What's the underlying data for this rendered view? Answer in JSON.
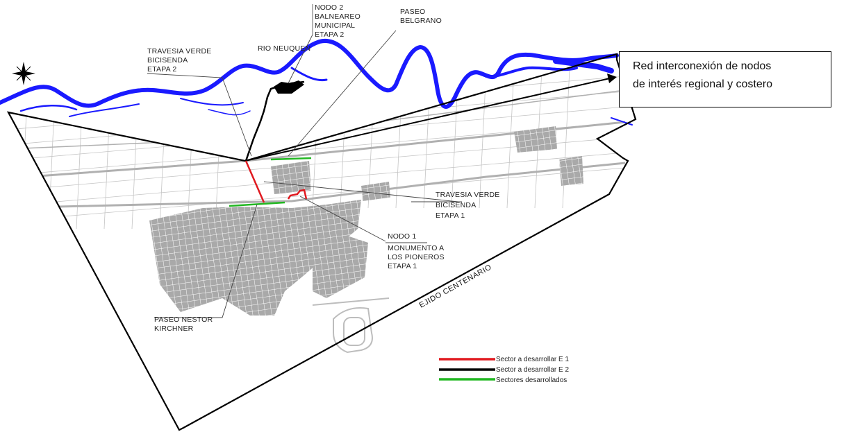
{
  "labels": {
    "nodo2": [
      "NODO 2",
      "BALNEAREO",
      "MUNICIPAL",
      "ETAPA 2"
    ],
    "paseo_belgrano": [
      "PASEO",
      "BELGRANO"
    ],
    "rio": "RIO NEUQUEN",
    "travesia2": [
      "TRAVESIA VERDE",
      "BICISENDA",
      "ETAPA 2"
    ],
    "travesia1": [
      "TRAVESIA VERDE",
      "BICISENDA",
      "ETAPA 1"
    ],
    "nodo1": [
      "NODO 1",
      "MONUMENTO A",
      "LOS PIONEROS",
      "ETAPA 1"
    ],
    "paseo_nestor": [
      "PASEO NESTOR",
      "KIRCHNER"
    ],
    "ejido": "EJIDO CENTENARIO"
  },
  "callout": {
    "line1": "Red interconexión  de nodos",
    "line2": "de interés regional y costero"
  },
  "legend": [
    {
      "label": "Sector a desarrollar E 1",
      "color": "#e0191f"
    },
    {
      "label": "Sector a desarrollar E 2",
      "color": "#000000"
    },
    {
      "label": "Sectores desarrollados",
      "color": "#22b822"
    }
  ],
  "colors": {
    "river": "#1a1aff",
    "urban": "#a9a9a9",
    "boundary": "#000000",
    "grid": "#bdbdbd"
  }
}
